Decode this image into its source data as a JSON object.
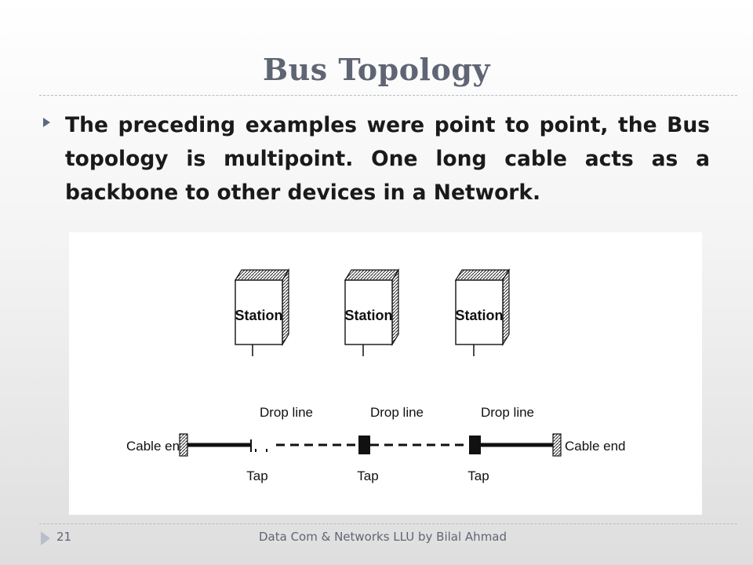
{
  "slide": {
    "title": "Bus Topology",
    "bullet": "The preceding examples were point to point, the Bus topology is multipoint. One long cable acts as a backbone to other devices in a Network."
  },
  "diagram": {
    "stations": [
      {
        "label": "Station"
      },
      {
        "label": "Station"
      },
      {
        "label": "Station"
      }
    ],
    "drop_lines": [
      {
        "label": "Drop line"
      },
      {
        "label": "Drop line"
      },
      {
        "label": "Drop line"
      }
    ],
    "taps": [
      {
        "label": "Tap"
      },
      {
        "label": "Tap"
      },
      {
        "label": "Tap"
      }
    ],
    "cable_ends": {
      "left": "Cable end",
      "right": "Cable end"
    }
  },
  "footer": {
    "page_number": "21",
    "credit": "Data Com & Networks LLU by Bilal Ahmad"
  }
}
